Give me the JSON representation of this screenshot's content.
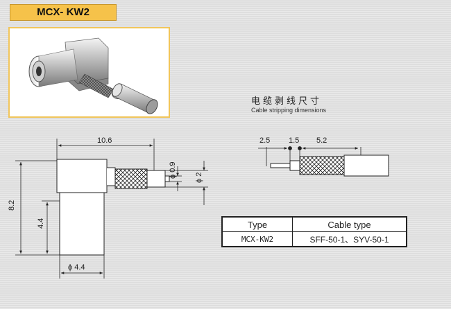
{
  "model_title": "MCX- KW2",
  "stripping": {
    "title_cn": "电缆剥线尺寸",
    "title_en": "Cable stripping dimensions",
    "dims": [
      "2.5",
      "1.5",
      "5.2"
    ]
  },
  "connector_dims": {
    "length": "10.6",
    "height": "8.2",
    "lower_height": "4.4",
    "pin_dia": "ϕ 0.9",
    "sleeve_dia": "ϕ 2",
    "body_dia": "ϕ 4.4"
  },
  "spec_table": {
    "header": [
      "Type",
      "Cable type"
    ],
    "row": [
      "MCX-KW2",
      "SFF-50-1、SYV-50-1"
    ]
  }
}
